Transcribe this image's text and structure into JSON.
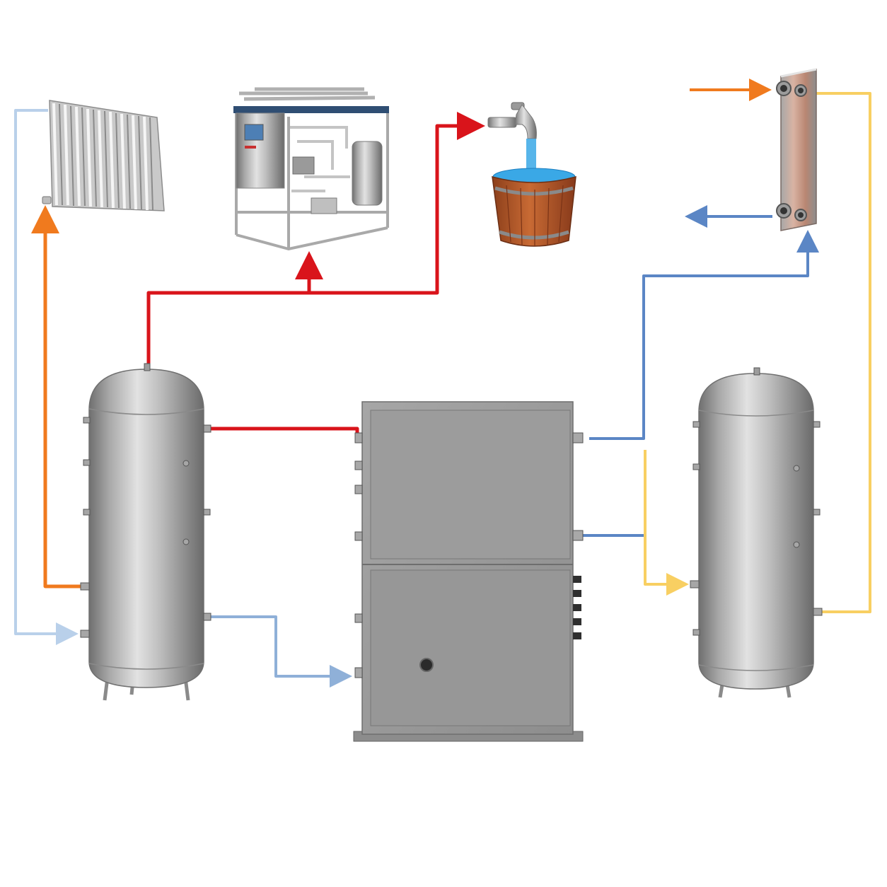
{
  "colors": {
    "background": "#ffffff",
    "hot_supply": "#d9141b",
    "heating_flow": "#f07a1e",
    "heating_return": "#b9d0ea",
    "return_to_pump": "#8fb0d8",
    "source_loop": "#5b86c5",
    "source_warm": "#f8cf62",
    "steel_light": "#d6d6d6",
    "steel_dark": "#7c7c7c",
    "pump_body": "#9d9d9d",
    "bucket_wood": "#b45a2a",
    "water": "#3aa8e6",
    "exchanger_copper": "#b98672"
  },
  "components": [
    {
      "id": "radiator",
      "icon": "radiator-icon"
    },
    {
      "id": "process-skid",
      "icon": "process-skid-icon"
    },
    {
      "id": "hot-water-tap",
      "icon": "tap-with-bucket-icon"
    },
    {
      "id": "plate-heat-exchanger",
      "icon": "plate-heat-exchanger-icon"
    },
    {
      "id": "hot-buffer-tank",
      "icon": "pressure-tank-icon"
    },
    {
      "id": "heat-pump-unit",
      "icon": "heat-pump-cabinet-icon"
    },
    {
      "id": "source-buffer-tank",
      "icon": "pressure-tank-icon"
    }
  ],
  "pipes": [
    {
      "id": "hot-supply-trunk",
      "color_key": "hot_supply"
    },
    {
      "id": "heat-pump-to-hot-tank",
      "color_key": "hot_supply"
    },
    {
      "id": "hot-tank-to-radiator",
      "color_key": "heating_flow"
    },
    {
      "id": "radiator-return",
      "color_key": "heating_return"
    },
    {
      "id": "hot-tank-to-heat-pump",
      "color_key": "return_to_pump"
    },
    {
      "id": "heat-pump-to-exchanger",
      "color_key": "source_loop"
    },
    {
      "id": "heat-pump-source-return",
      "color_key": "source_loop"
    },
    {
      "id": "exchanger-inlet",
      "color_key": "heating_flow"
    },
    {
      "id": "exchanger-outlet",
      "color_key": "source_loop"
    },
    {
      "id": "exchanger-to-source-tank",
      "color_key": "source_warm"
    },
    {
      "id": "source-tank-inlet",
      "color_key": "source_warm"
    }
  ]
}
